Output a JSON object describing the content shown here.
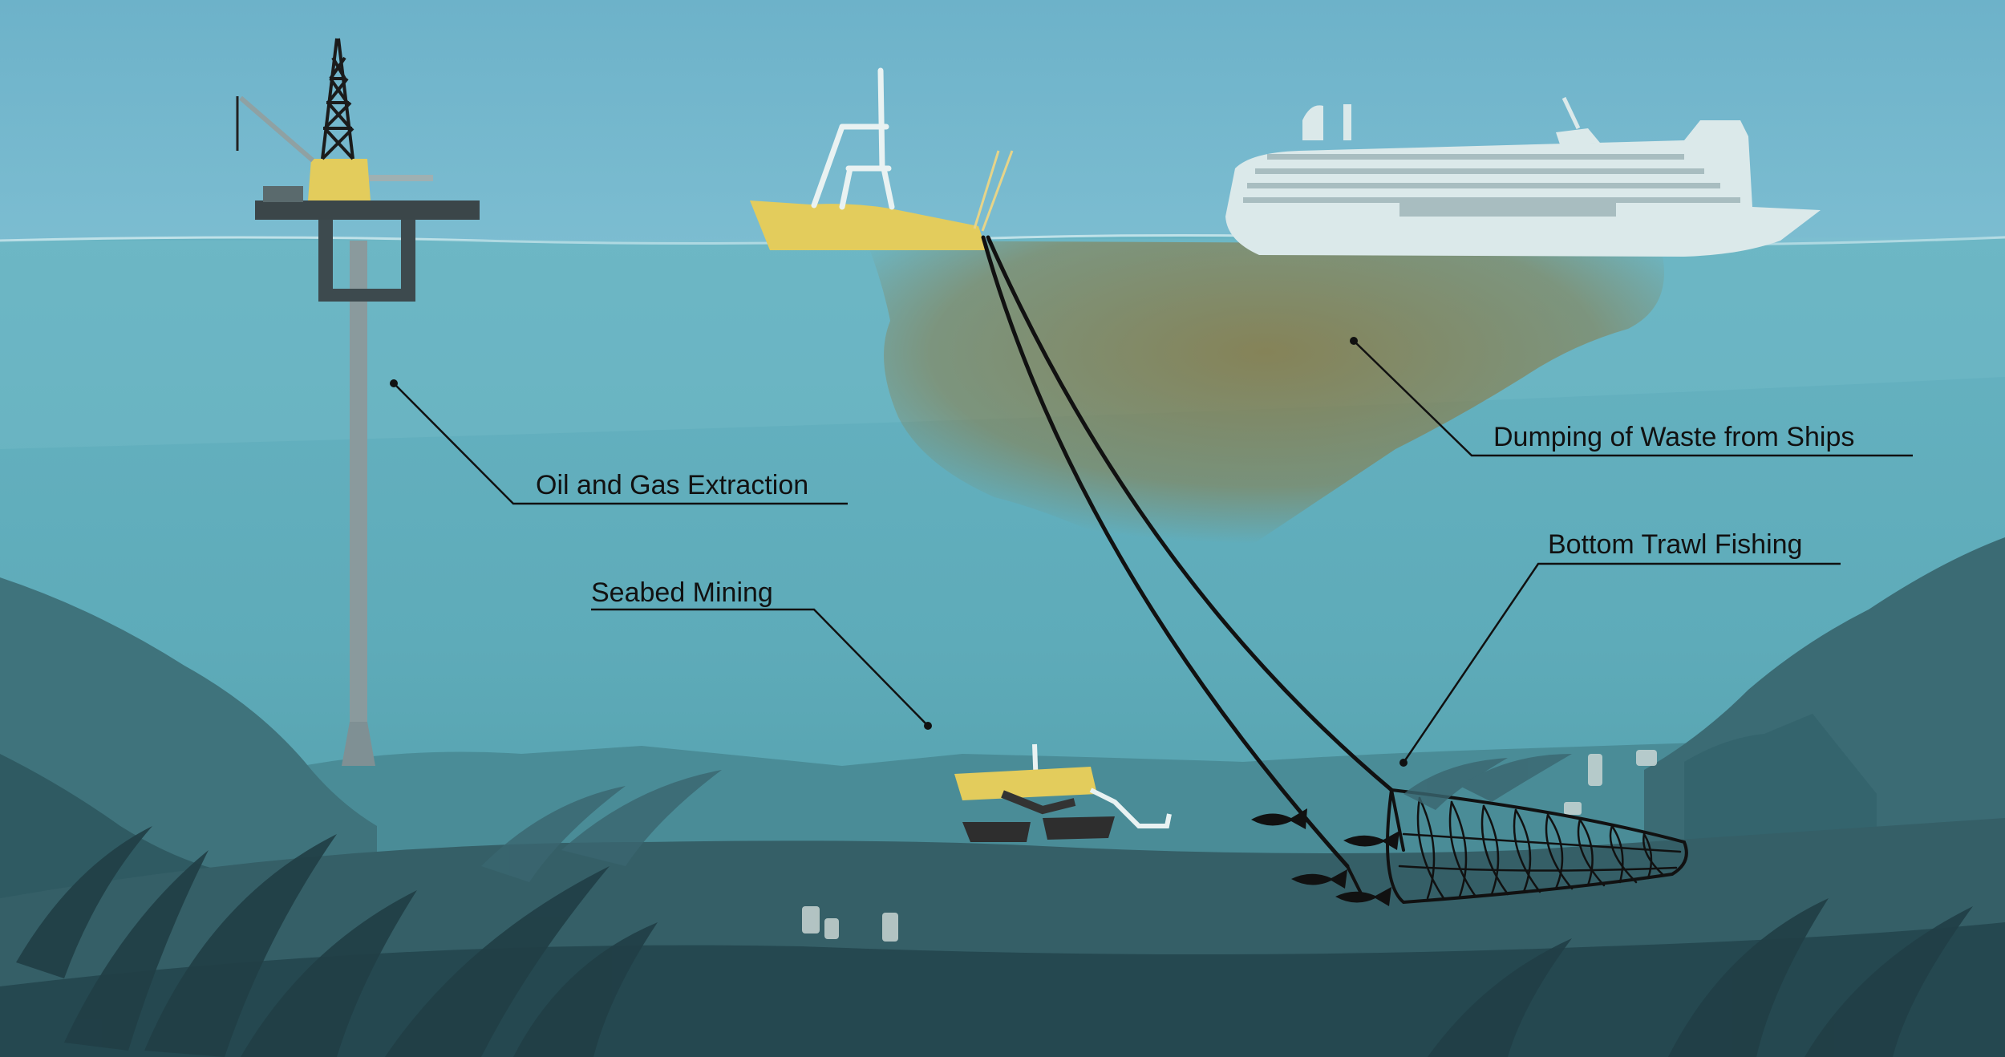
{
  "labels": {
    "oil_gas": "Oil and Gas Extraction",
    "seabed_mining": "Seabed Mining",
    "dumping_waste": "Dumping of Waste from Ships",
    "bottom_trawl": "Bottom Trawl Fishing"
  },
  "colors": {
    "sky": "#6fb4cb",
    "water": "#62adbd",
    "deep_water": "#4f9aa6",
    "seabed_dark": "#274a52",
    "rock": "#3b6d76",
    "yellow_accent": "#e3cc5c",
    "ship_white": "#dbe9ea",
    "oil_slick": "#8a7a4a",
    "ink": "#111111"
  },
  "icons": [
    "oil-rig-icon",
    "fishing-boat-icon",
    "cruise-ship-icon",
    "mining-vehicle-icon",
    "trawl-net-icon",
    "fish-icon",
    "seaweed-icon"
  ]
}
